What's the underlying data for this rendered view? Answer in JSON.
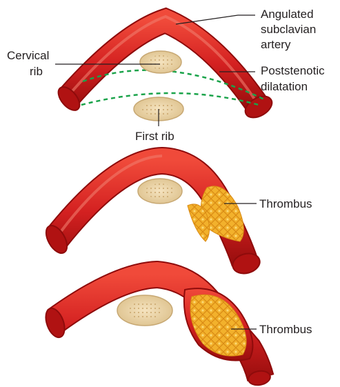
{
  "labels": {
    "angulated_line1": "Angulated",
    "angulated_line2": "subclavian",
    "angulated_line3": "artery",
    "cervical_line1": "Cervical",
    "cervical_line2": "rib",
    "poststenotic_line1": "Poststenotic",
    "poststenotic_line2": "dilatation",
    "first_rib": "First rib",
    "thrombus_middle": "Thrombus",
    "thrombus_bottom": "Thrombus"
  },
  "colors": {
    "artery": "#d42121",
    "artery_dark": "#8e0b0b",
    "lumen": "#b01212",
    "bone": "#e9d2a6",
    "bone_edge": "#c7a873",
    "thrombus": "#f2b12c",
    "thrombus_edge": "#d98a14",
    "dashed_outline": "#1aa34a",
    "text": "#231f20"
  },
  "icons": {
    "artery": "artery-tube-icon",
    "rib": "bone-cross-section-icon",
    "thrombus": "clot-mesh-icon"
  }
}
